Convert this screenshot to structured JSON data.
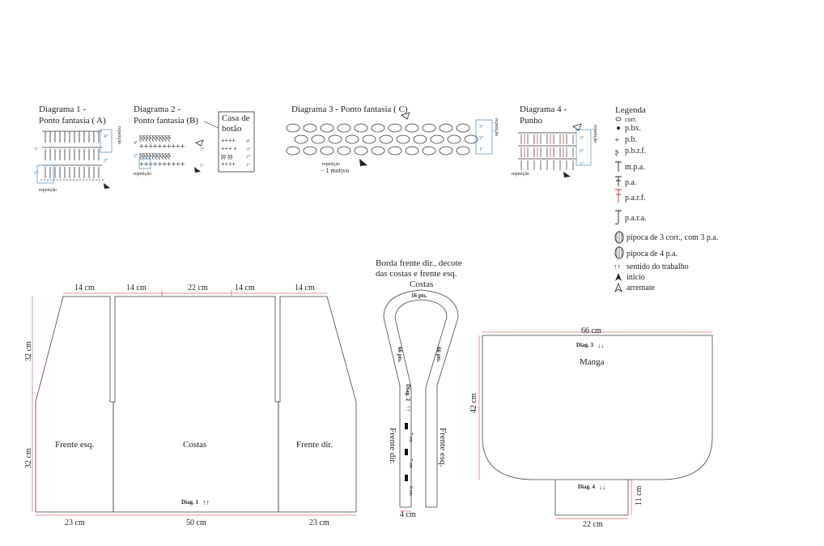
{
  "diagrams": {
    "d1": {
      "title_line1": "Diagrama 1 -",
      "title_line2": "Ponto fantasia ( A)",
      "repeat_side": "repetição",
      "repeat_bottom": "repetição",
      "rows": [
        "1º",
        "2º",
        "3º",
        "4º"
      ]
    },
    "d2": {
      "title_line1": "Diagrama 2 -",
      "title_line2": "Ponto fantasia (B)",
      "repeat": "repetição",
      "rows": [
        "1º",
        "2º",
        "3º",
        "4º"
      ]
    },
    "buttonhole": {
      "title_line1": "Casa de",
      "title_line2": "botão",
      "rows": [
        "4º",
        "3º",
        "2º",
        "1º"
      ]
    },
    "d3": {
      "title": "Diagrama 3 - Ponto fantasia ( C)",
      "repeat_side": "repetição",
      "repeat_bottom": "repetição",
      "motif": "− 1 motivo",
      "rows": [
        "3º",
        "2º",
        "1º"
      ]
    },
    "d4": {
      "title_line1": "Diagrama 4 -",
      "title_line2": "Punho",
      "repeat_side": "repetição",
      "repeat_bottom": "repetição",
      "rows": [
        "3º",
        "2º",
        "1º"
      ]
    }
  },
  "legend": {
    "title": "Legenda",
    "items": [
      {
        "symbol": "chain-icon",
        "label": "corr."
      },
      {
        "symbol": "dot-icon",
        "label": "p.bx."
      },
      {
        "symbol": "plus-icon",
        "label": "p.b."
      },
      {
        "symbol": "pbrf-icon",
        "label": "p.b.r.f."
      },
      {
        "symbol": "mpa-icon",
        "label": "m.p.a."
      },
      {
        "symbol": "pa-icon",
        "label": "p.a."
      },
      {
        "symbol": "parf-icon",
        "label": "p.a.r.f."
      },
      {
        "symbol": "para-icon",
        "label": "p.a.r.a."
      },
      {
        "symbol": "popcorn3-icon",
        "label": "pipoca  de 3 corr., com 3 p.a."
      },
      {
        "symbol": "popcorn4-icon",
        "label": "pipoca de 4 p.a."
      },
      {
        "symbol": "arrows-icon",
        "label": "sentido do trabalho"
      },
      {
        "symbol": "start-icon",
        "label": "início"
      },
      {
        "symbol": "finish-icon",
        "label": "arremate"
      }
    ]
  },
  "body_schematic": {
    "top_dims": [
      "14 cm",
      "14 cm",
      "22 cm",
      "14 cm",
      "14 cm"
    ],
    "left_dims": [
      "32 cm",
      "32 cm"
    ],
    "bottom_dims": [
      "23 cm",
      "50 cm",
      "23 cm"
    ],
    "pieces": [
      "Frente esq.",
      "Costas",
      "Frente dir."
    ],
    "diag_label": "Diag. 1"
  },
  "border": {
    "caption_line1": "Borda frente dir., decote",
    "caption_line2": "das costas e frente esq.",
    "costas": "Costas",
    "pts": "16 pts.",
    "side_left": "66 pts.",
    "side_right": "66 pts.",
    "diag": "Diag. 2",
    "front_right": "Frente dir.",
    "front_left": "Frente esq.",
    "gap1": "7 cm",
    "gap2": "7 cm",
    "gap3": "8 cm",
    "width": "4 cm"
  },
  "sleeve": {
    "top_dim": "66 cm",
    "diag3": "Diag. 3",
    "name": "Manga",
    "height": "42 cm",
    "diag4": "Diag. 4",
    "cuff_height": "11 cm",
    "cuff_width": "22 cm"
  },
  "colors": {
    "accent_red": "#cc2a2a",
    "accent_blue": "#2a7ab8",
    "line": "#333333"
  }
}
